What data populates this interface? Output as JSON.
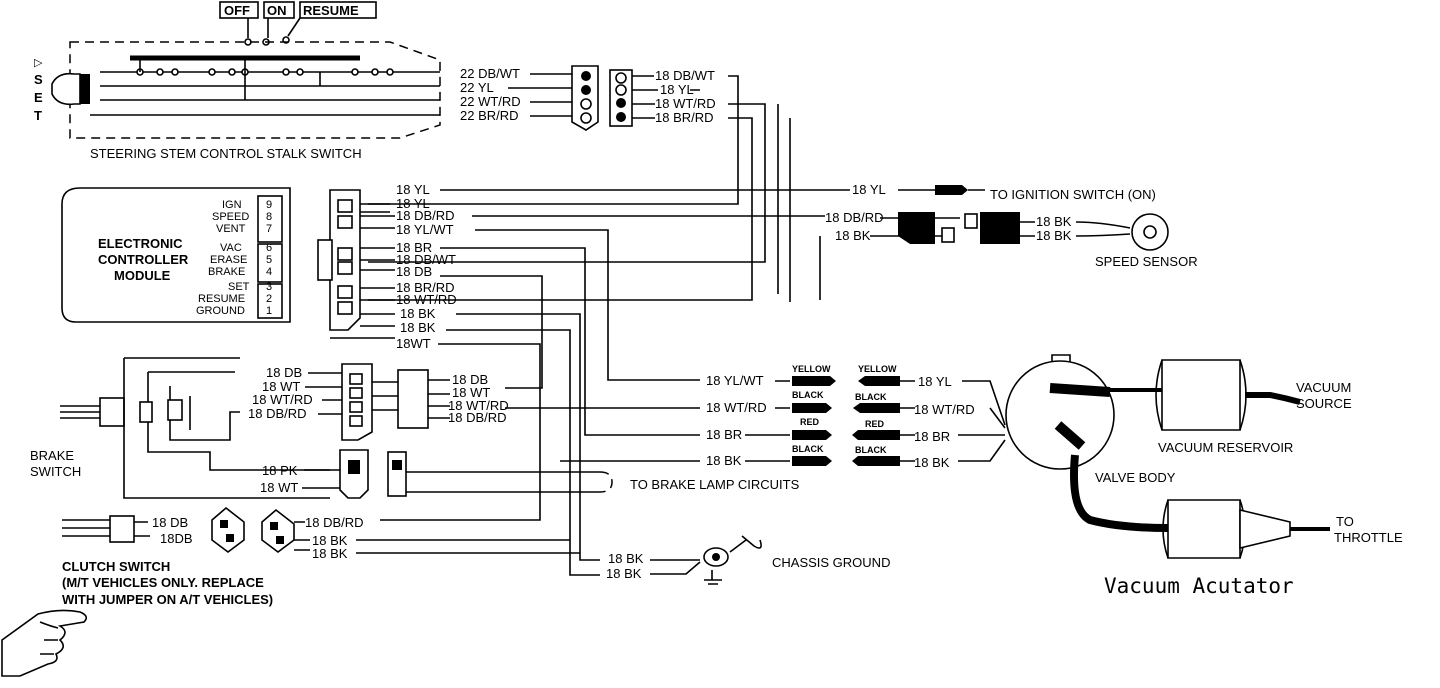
{
  "switch_positions": {
    "off": "OFF",
    "on": "ON",
    "resume": "RESUME"
  },
  "set_label": [
    "S",
    "E",
    "T"
  ],
  "stalk_switch": {
    "label": "STEERING STEM CONTROL STALK SWITCH",
    "wires": [
      "22 DB/WT",
      "22 YL",
      "22 WT/RD",
      "22 BR/RD"
    ],
    "out_wires": [
      "18 DB/WT",
      "18 YL",
      "18 WT/RD",
      "18 BR/RD"
    ]
  },
  "ecm": {
    "title": [
      "ELECTRONIC",
      "CONTROLLER",
      "MODULE"
    ],
    "pins": [
      {
        "label": "IGN",
        "num": "9"
      },
      {
        "label": "SPEED",
        "num": "8"
      },
      {
        "label": "VENT",
        "num": "7"
      },
      {
        "label": "VAC",
        "num": "6"
      },
      {
        "label": "ERASE",
        "num": "5"
      },
      {
        "label": "BRAKE",
        "num": "4"
      },
      {
        "label": "SET",
        "num": "3"
      },
      {
        "label": "RESUME",
        "num": "2"
      },
      {
        "label": "GROUND",
        "num": "1"
      }
    ],
    "wires": [
      "18 YL",
      "18 YL",
      "18 DB/RD",
      "18 YL/WT",
      "18 BR",
      "18 DB/WT",
      "18 DB",
      "18 BR/RD",
      "18 WT/RD",
      "18 BK",
      "18 BK",
      "18WT"
    ]
  },
  "ignition": {
    "wire": "18 YL",
    "label": "TO IGNITION SWITCH (ON)"
  },
  "speed_sensor": {
    "label": "SPEED SENSOR",
    "left_wires": [
      "18 DB/RD",
      "18 BK"
    ],
    "right_wires": [
      "18 BK",
      "18 BK"
    ]
  },
  "valve_body": {
    "label": "VALVE BODY",
    "wires": [
      "18 YL/WT",
      "18 WT/RD",
      "18 BR",
      "18 BK"
    ],
    "right_wires": [
      "18 YL",
      "18 WT/RD",
      "18 BR",
      "18 BK"
    ],
    "connector_colors_left": [
      "YELLOW",
      "BLACK",
      "RED",
      "BLACK"
    ],
    "connector_colors_right": [
      "YELLOW",
      "BLACK",
      "RED",
      "BLACK"
    ]
  },
  "vacuum": {
    "source": [
      "VACUUM",
      "SOURCE"
    ],
    "reservoir": "VACUUM RESERVOIR",
    "throttle": [
      "TO",
      "THROTTLE"
    ],
    "actuator_title": "Vacuum Acutator"
  },
  "brake_switch": {
    "label": [
      "BRAKE",
      "SWITCH"
    ],
    "wires": [
      "18 DB",
      "18 WT",
      "18 WT/RD",
      "18 DB/RD"
    ],
    "out_wires": [
      "18 DB",
      "18 WT",
      "18 WT/RD",
      "18 DB/RD"
    ],
    "lamp_wires": [
      "18 PK",
      "18 WT"
    ],
    "lamp_label": "TO BRAKE LAMP CIRCUITS"
  },
  "clutch_switch": {
    "wires": [
      "18 DB",
      "18DB"
    ],
    "out_wires": [
      "18 DB/RD",
      "18 BK",
      "18 BK"
    ],
    "label": [
      "CLUTCH SWITCH",
      "(M/T VEHICLES ONLY. REPLACE",
      "WITH JUMPER ON A/T VEHICLES)"
    ]
  },
  "ground": {
    "wires": [
      "18 BK",
      "18 BK"
    ],
    "label": "CHASSIS GROUND"
  }
}
